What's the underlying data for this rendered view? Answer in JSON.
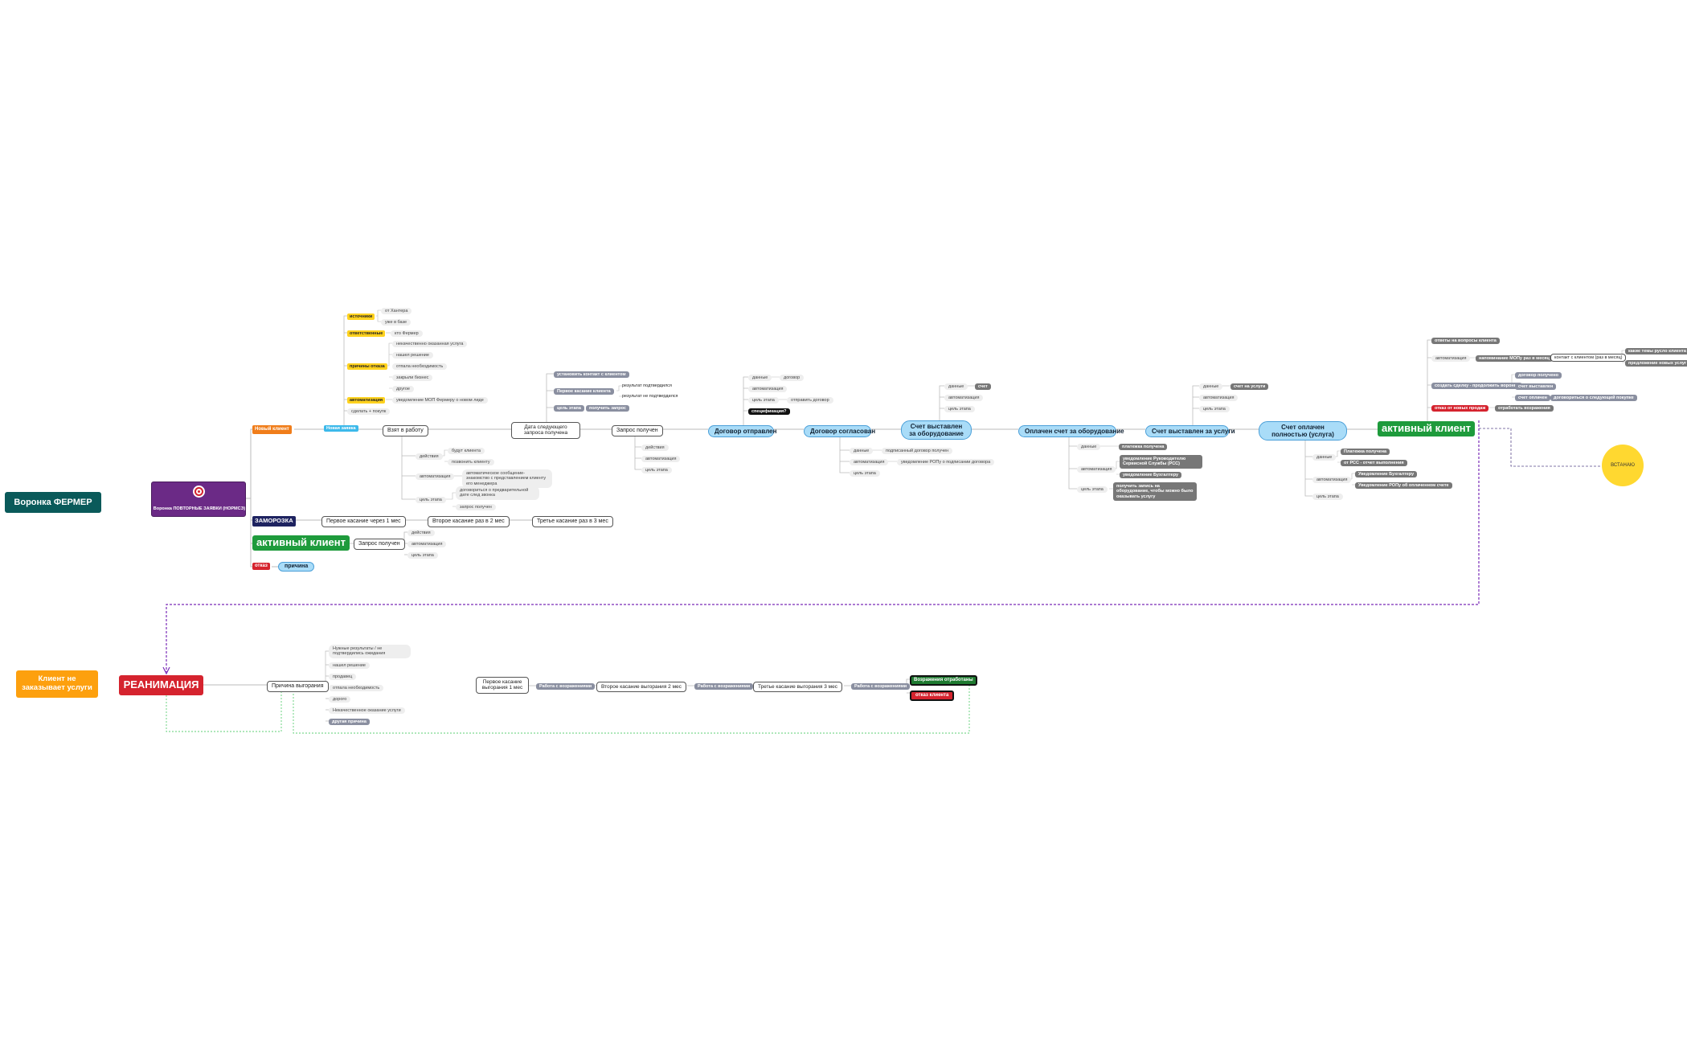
{
  "colors": {
    "teal": "#0a5a5a",
    "purple": "#6b2a86",
    "orange": "#f07d1a",
    "green": "#1e9b3c",
    "navy": "#1e2360",
    "red": "#d5232e",
    "sun": "#ffd830",
    "light_blue": "#a9dcf8",
    "dashed_purple": "#7a2bb8",
    "dashed_green": "#5ccf75"
  },
  "left": {
    "funnel": "Воронка ФЕРМЕР",
    "not_ordering": "Клиент не заказывает услуги"
  },
  "root": {
    "icon": "target-icon",
    "label": "Воронка ПОВТОРНЫЕ ЗАЯВКИ (НОРМСЭ)"
  },
  "branches": {
    "new_client": "Новый клиент",
    "freeze": "ЗАМОРОЗКА",
    "active_client": "активный клиент",
    "refusal": "отказ",
    "reason": "причина",
    "reanimation": "РЕАНИМАЦИЯ"
  },
  "new_lead": "Новая заявка",
  "source": {
    "label": "источники",
    "items": [
      "от Хантера",
      "уже в базе"
    ]
  },
  "responsible": {
    "label": "ответственные",
    "items": [
      "кто Фермер"
    ]
  },
  "refusal_reasons": {
    "label": "причины отказа",
    "items": [
      "некачественно оказанная услуга",
      "нашел решение",
      "отпала необходимость",
      "закрыли бизнес",
      "другое"
    ]
  },
  "automation_top": {
    "label": "автоматизация",
    "items": [
      "уведомление МОП Фермеру о новом лиде"
    ]
  },
  "creation_task": "сделать + покупк",
  "taken": {
    "label": "Взят в работу",
    "actions": {
      "label": "действия",
      "items": [
        "будут клиента",
        "позвонить клиенту"
      ]
    },
    "automation": {
      "label": "автоматизация",
      "items": [
        "автоматическое сообщение-знакомство с представлением клиенту его менеджера"
      ]
    },
    "goal": {
      "label": "цель этапа",
      "items": [
        "договориться о предварительной дате след звонка",
        "запрос получен"
      ]
    }
  },
  "next_date": {
    "label": "Дата следующего запроса получена",
    "items": [
      "установить контакт с клиентом",
      "Первое касание клиента",
      "цель этапа",
      "получить запрос"
    ],
    "results": [
      "результат подтвердился",
      "результат не подтвердился"
    ]
  },
  "request_received": {
    "label": "Запрос получен",
    "items": [
      "действия",
      "автоматизация",
      "цель этапа"
    ]
  },
  "contract_sent": {
    "label": "Договор отправлен",
    "items": [
      "данные",
      "договор",
      "автоматизация",
      "цель этапа",
      "отправить договор",
      "спецификация?"
    ]
  },
  "contract_agreed": {
    "label": "Договор согласован",
    "items": [
      "данные",
      "подписанный договор получен",
      "автоматизация",
      "уведомление РОПу о подписании договора",
      "цель этапа"
    ]
  },
  "invoice_equipment": {
    "label": "Счет выставлен за оборудование",
    "items": [
      "данные",
      "счет",
      "автоматизация",
      "цель этапа"
    ]
  },
  "paid_equipment": {
    "label": "Оплачен счет за оборудование",
    "items": [
      "данные",
      "платежка получена",
      "автоматизация",
      "уведомление Руководителю Сервисной Службы (РСС)",
      "уведомление Бухгалтеру",
      "цель этапа",
      "получить запись на оборудование, чтобы можно было оказывать услугу"
    ]
  },
  "invoice_services": {
    "label": "Счет выставлен за услуги",
    "items": [
      "данные",
      "счет на услуги",
      "автоматизация",
      "цель этапа"
    ]
  },
  "paid_services": {
    "label": "Счет оплачен полностью (услуга)",
    "items": [
      "данные",
      "Платежка получена",
      "от РСС - отчет выполнения",
      "автоматизация",
      "Уведомление Бухгалтеру",
      "Уведомление РОПу об оплаченном счете",
      "цель этапа"
    ]
  },
  "active_right": {
    "label": "активный клиент",
    "items": [
      "ответы на вопросы клиента",
      "автоматизация",
      "напоминание МОПу раз в месяц",
      "контакт с клиентом (раз в месяц)",
      "какие темы русло клиента",
      "предложение новых услуг",
      "создать сделку - продолжить воронку",
      "договор получено",
      "счет выставлен",
      "счет оплачен",
      "договориться о следующей покупке",
      "отказ от новых продаж",
      "отработать возражения"
    ]
  },
  "sun_label": "ВСТАНАЮ",
  "freeze_touches": [
    "Первое касание через 1 мес",
    "Второе касание раз в 2 мес",
    "Третье касание раз в 3 мес"
  ],
  "active_left": {
    "label": "Запрос получен",
    "items": [
      "действия",
      "автоматизация",
      "цель этапа"
    ]
  },
  "reanimation_section": {
    "reason_label": "Причина выгорания",
    "reasons": [
      "Нужные результаты / не подтвердились ожидания",
      "нашел решение",
      "продавец",
      "отпала необходимость",
      "дорого",
      "Некачественное оказание услуги",
      "другая причина"
    ],
    "touches": [
      "Первое касание выгорания 1 мес",
      "Второе касание выгорания 2 мес",
      "Третье касание выгорания 3 мес"
    ],
    "work_labels": [
      "Работа с возражениями",
      "Работа с возражениями",
      "Работа с возражениями"
    ],
    "outcomes": [
      "Возражения отработаны",
      "отказ клиента"
    ]
  }
}
